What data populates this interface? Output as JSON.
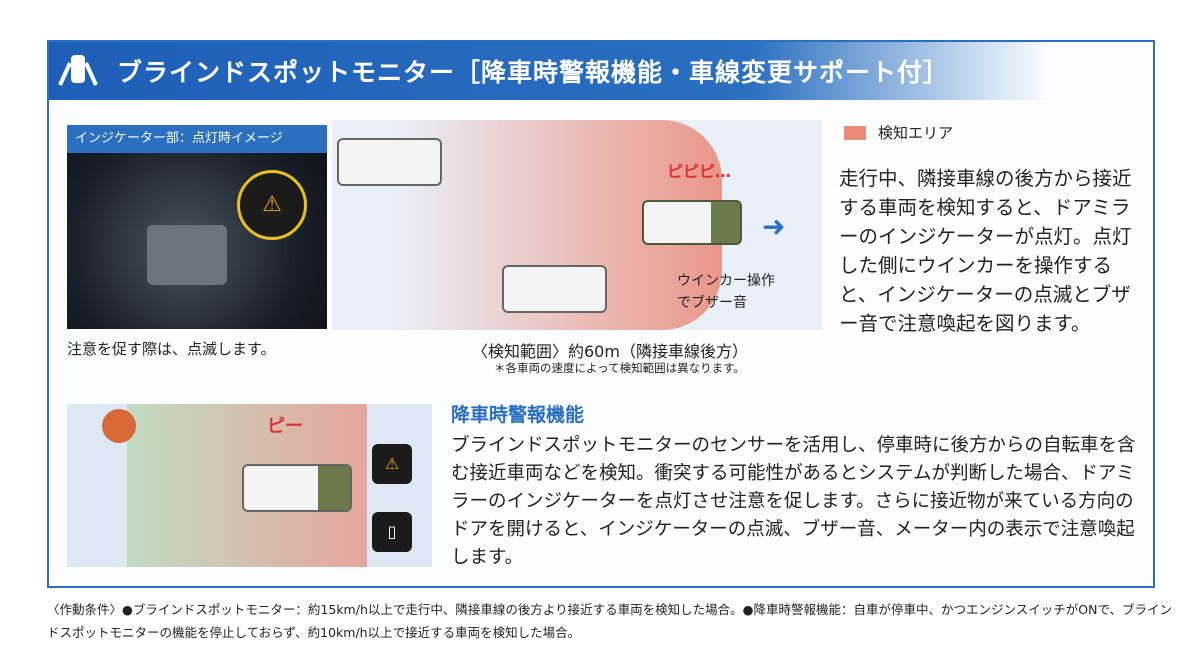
{
  "header": {
    "title": "ブラインドスポットモニター［降車時警報機能・車線変更サポート付］"
  },
  "indicator_image": {
    "caption": "インジケーター部：点灯時イメージ",
    "note": "注意を促す際は、点滅します。"
  },
  "diagram": {
    "sound_top": "ピピピ…",
    "turn_signal_label": "ウインカー操作\nでブザー音",
    "range_text": "〈検知範囲〉約60m（隣接車線後方）",
    "range_note": "＊各車両の速度によって検知範囲は異なります。"
  },
  "legend": {
    "label": "検知エリア",
    "color": "#ec8a78"
  },
  "description": "走行中、隣接車線の後方から接近する車両を検知すると、ドアミラーのインジケーターが点灯。点灯した側にウインカーを操作すると、インジケーターの点滅とブザー音で注意喚起を図ります。",
  "exit_warning": {
    "sound": "ピー",
    "title": "降車時警報機能",
    "text": "ブラインドスポットモニターのセンサーを活用し、停車時に後方からの自転車を含む接近車両などを検知。衝突する可能性があるとシステムが判断した場合、ドアミラーのインジケーターを点灯させ注意を促します。さらに接近物が来ている方向のドアを開けると、インジケーターの点滅、ブザー音、メーター内の表示で注意喚起します。"
  },
  "footnote": "〈作動条件〉●ブラインドスポットモニター：約15km/h以上で走行中、隣接車線の後方より接近する車両を検知した場合。●降車時警報機能：自車が停車中、かつエンジンスイッチがONで、ブラインドスポットモニターの機能を停止しておらず、約10km/h以上で接近する車両を検知した場合。"
}
